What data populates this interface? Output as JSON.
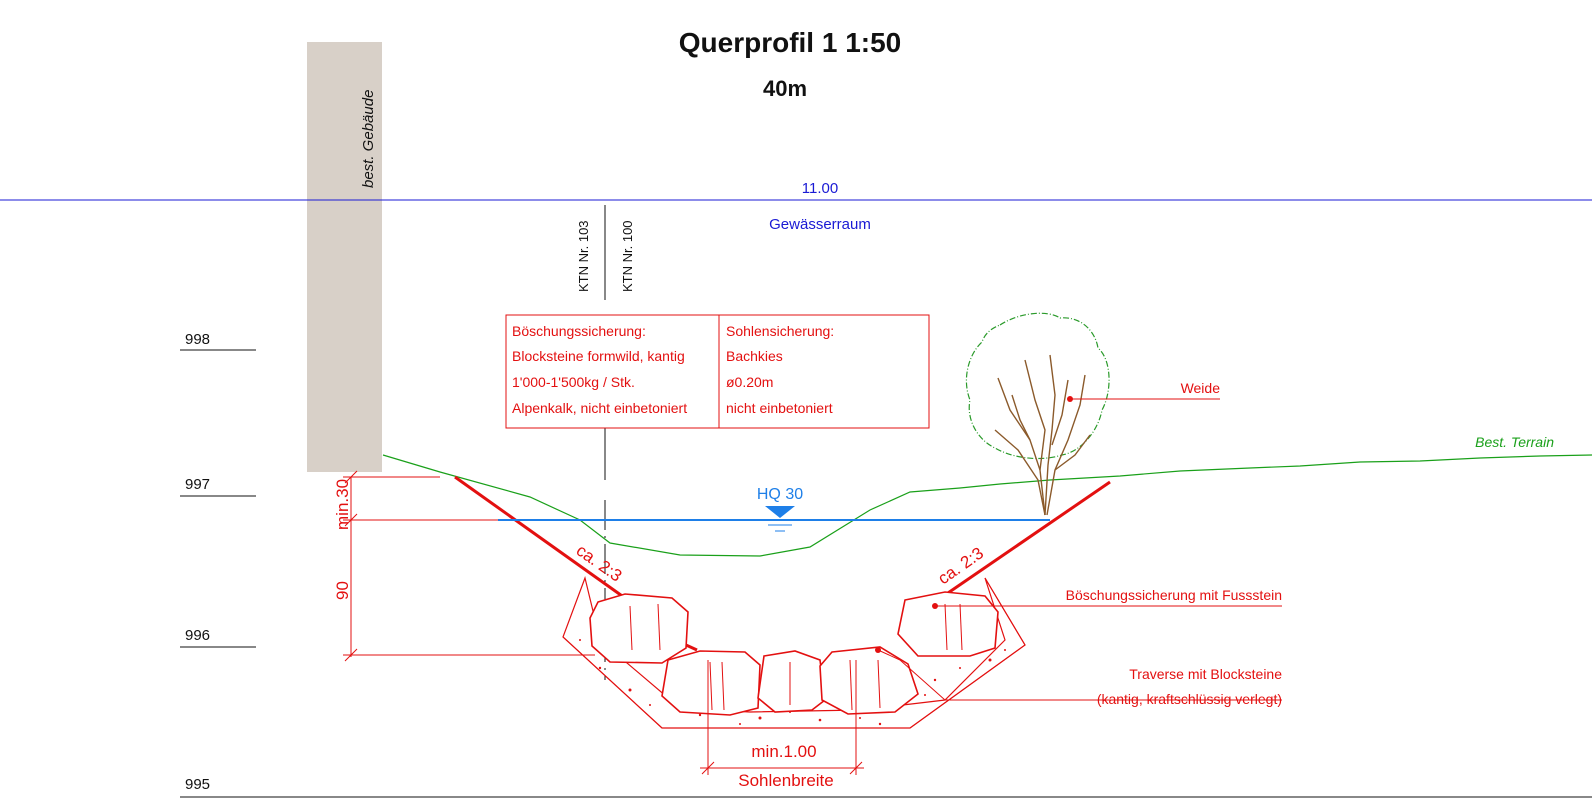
{
  "title": "Querprofil 1 1:50",
  "subtitle": "40m",
  "building_label": "best. Gebäude",
  "waterspace": {
    "width": "11.00",
    "label": "Gewässerraum"
  },
  "ktn": {
    "left": "KTN Nr. 103",
    "right": "KTN Nr. 100"
  },
  "elevations": [
    "998",
    "997",
    "996",
    "995"
  ],
  "spec_box": {
    "left": [
      "Böschungssicherung:",
      "Blocksteine formwild, kantig",
      "1'000-1'500kg / Stk.",
      "Alpenkalk, nicht einbetoniert"
    ],
    "right": [
      "Sohlensicherung:",
      "Bachkies",
      "ø0.20m",
      "nicht einbetoniert"
    ]
  },
  "labels": {
    "tree": "Weide",
    "terrain": "Best. Terrain",
    "hq": "HQ 30",
    "slope_left": "ca. 2:3",
    "slope_right": "ca. 2:3",
    "toe_stone": "Böschungssicherung mit Fussstein",
    "traverse_1": "Traverse mit Blocksteine",
    "traverse_2": "(kantig, kraftschlüssig verlegt)",
    "freeboard": "min.30",
    "depth": "90",
    "bed_width": "min.1.00",
    "bed_label": "Sohlenbreite"
  },
  "colors": {
    "dimension": "#e31010",
    "water": "#1e7fe8",
    "terrain": "#1aa01a",
    "building": "#d8d0c8",
    "waterspace": "#1a1ad4",
    "tree_canopy": "#2a9a2a",
    "tree_trunk": "#8b5a2b"
  }
}
